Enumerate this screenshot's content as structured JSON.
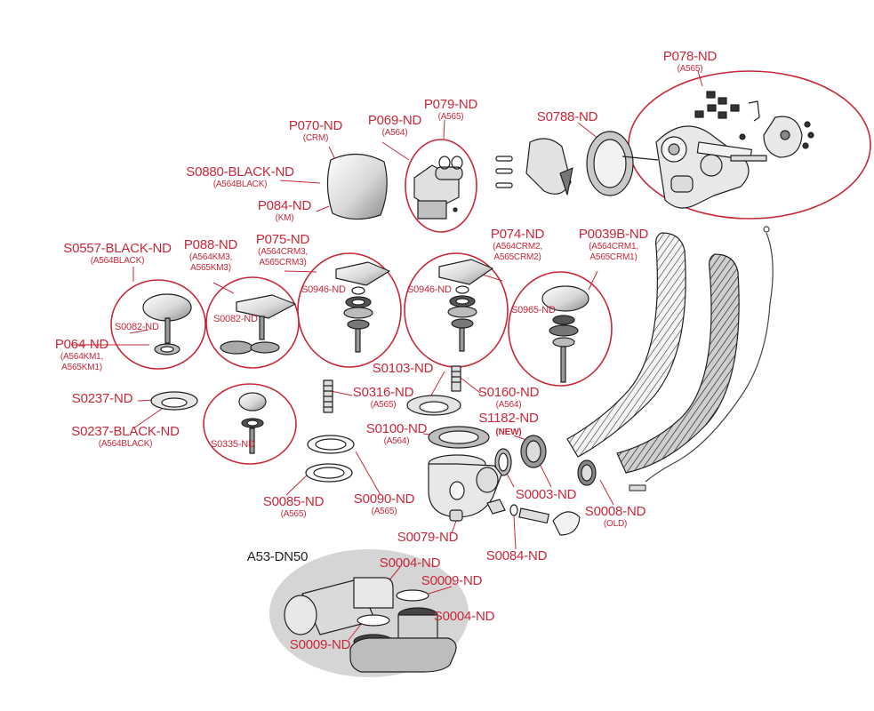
{
  "labels": {
    "p078": "P078-ND",
    "p078_sub": "(A565)",
    "p079": "P079-ND",
    "p079_sub": "(A565)",
    "s0788": "S0788-ND",
    "p070": "P070-ND",
    "p070_sub": "(CRM)",
    "p069": "P069-ND",
    "p069_sub": "(A564)",
    "s0880": "S0880-BLACK-ND",
    "s0880_sub": "(A564BLACK)",
    "p084": "P084-ND",
    "p084_sub": "(KM)",
    "s0557": "S0557-BLACK-ND",
    "s0557_sub": "(A564BLACK)",
    "p088": "P088-ND",
    "p088_sub1": "(A564KM3,",
    "p088_sub2": "A565KM3)",
    "p075": "P075-ND",
    "p075_sub1": "(A564CRM3,",
    "p075_sub2": "A565CRM3)",
    "p074": "P074-ND",
    "p074_sub1": "(A564CRM2,",
    "p074_sub2": "A565CRM2)",
    "p0039b": "P0039B-ND",
    "p0039b_sub1": "(A564CRM1,",
    "p0039b_sub2": "A565CRM1)",
    "s0946_a": "S0946-ND",
    "s0946_b": "S0946-ND",
    "s0965": "S0965-ND",
    "s0082_a": "S0082-ND",
    "s0082_b": "S0082-ND",
    "p064": "P064-ND",
    "p064_sub1": "(A564KM1,",
    "p064_sub2": "A565KM1)",
    "s0103": "S0103-ND",
    "s0316": "S0316-ND",
    "s0316_sub": "(A565)",
    "s0160": "S0160-ND",
    "s0160_sub": "(A564)",
    "s0237": "S0237-ND",
    "s0237_black": "S0237-BLACK-ND",
    "s0237_black_sub": "(A564BLACK)",
    "s0335": "S0335-ND",
    "s1182": "S1182-ND",
    "s1182_new": "(NEW)",
    "s0100": "S0100-ND",
    "s0100_sub": "(A564)",
    "s0085": "S0085-ND",
    "s0085_sub": "(A565)",
    "s0090": "S0090-ND",
    "s0090_sub": "(A565)",
    "s0003": "S0003-ND",
    "s0008": "S0008-ND",
    "s0008_sub": "(OLD)",
    "s0079": "S0079-ND",
    "s0084": "S0084-ND",
    "a53": "A53-DN50",
    "s0004_a": "S0004-ND",
    "s0009_a": "S0009-ND",
    "s0004_b": "S0004-ND",
    "s0009_b": "S0009-ND"
  },
  "colors": {
    "label_red": "#c8283a",
    "outline": "#231f20",
    "part_fill": "#e6e6e6",
    "group_fill": "#d5d5d5"
  }
}
